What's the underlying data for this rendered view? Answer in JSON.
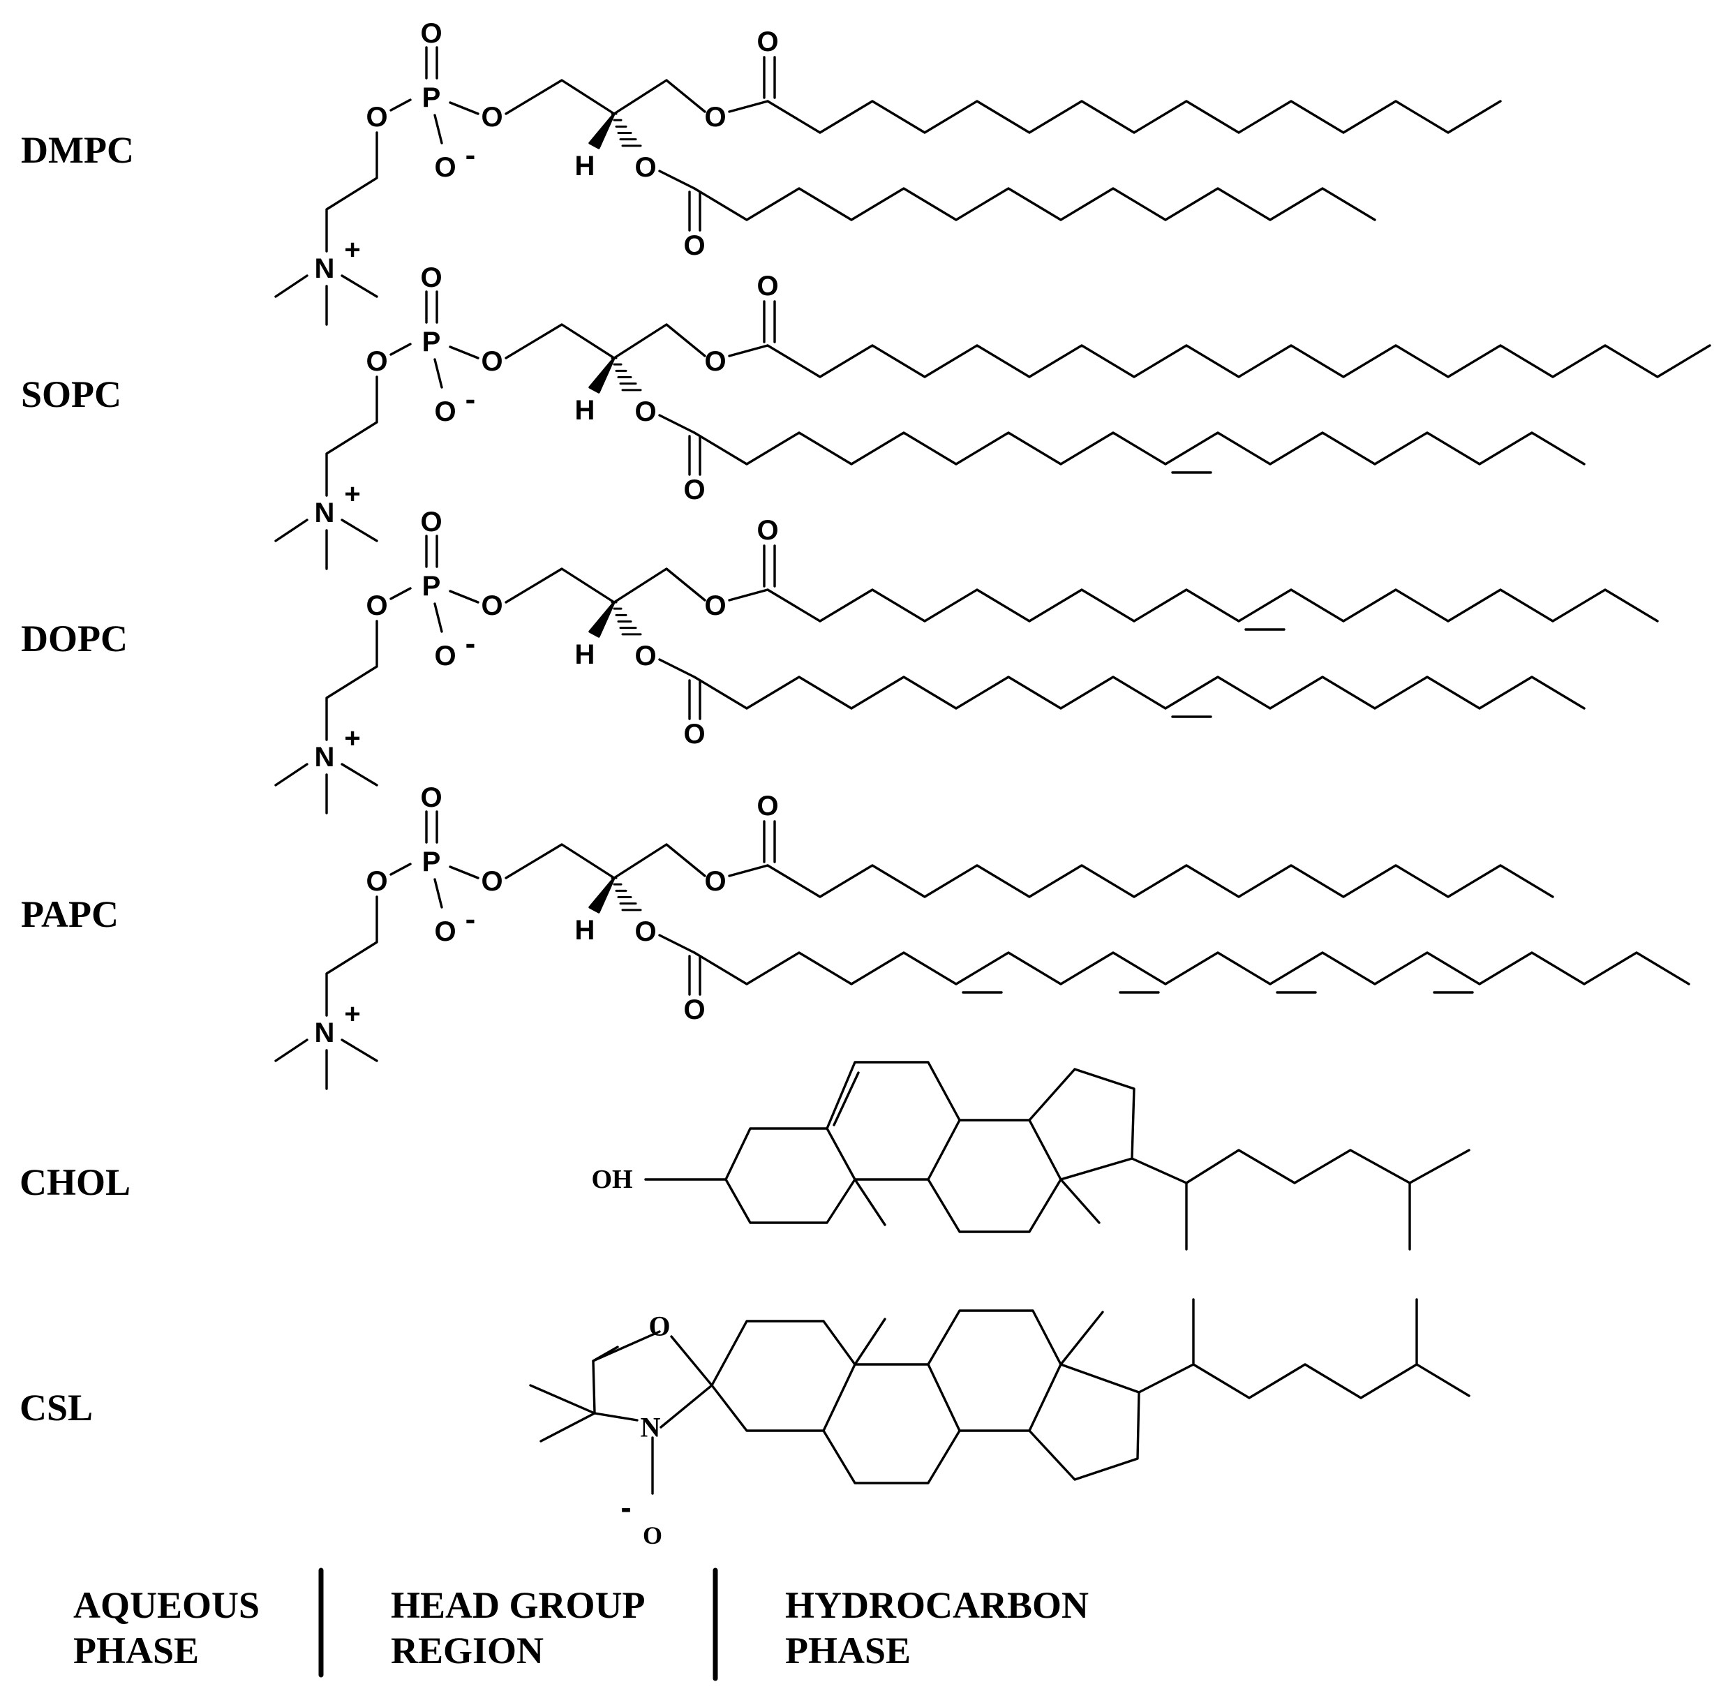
{
  "molecules": [
    {
      "label": "DMPC"
    },
    {
      "label": "SOPC"
    },
    {
      "label": "DOPC"
    },
    {
      "label": "PAPC"
    },
    {
      "label": "CHOL"
    },
    {
      "label": "CSL"
    }
  ],
  "atoms": {
    "oxygen": "O",
    "phosphorus": "P",
    "nitrogen": "N",
    "hydrogen": "H",
    "hydroxyl": "OH",
    "plus": "+",
    "minus": "-"
  },
  "regions": [
    {
      "line1": "AQUEOUS",
      "line2": "PHASE"
    },
    {
      "line1": "HEAD GROUP",
      "line2": "REGION"
    },
    {
      "line1": "HYDROCARBON",
      "line2": "PHASE"
    }
  ]
}
